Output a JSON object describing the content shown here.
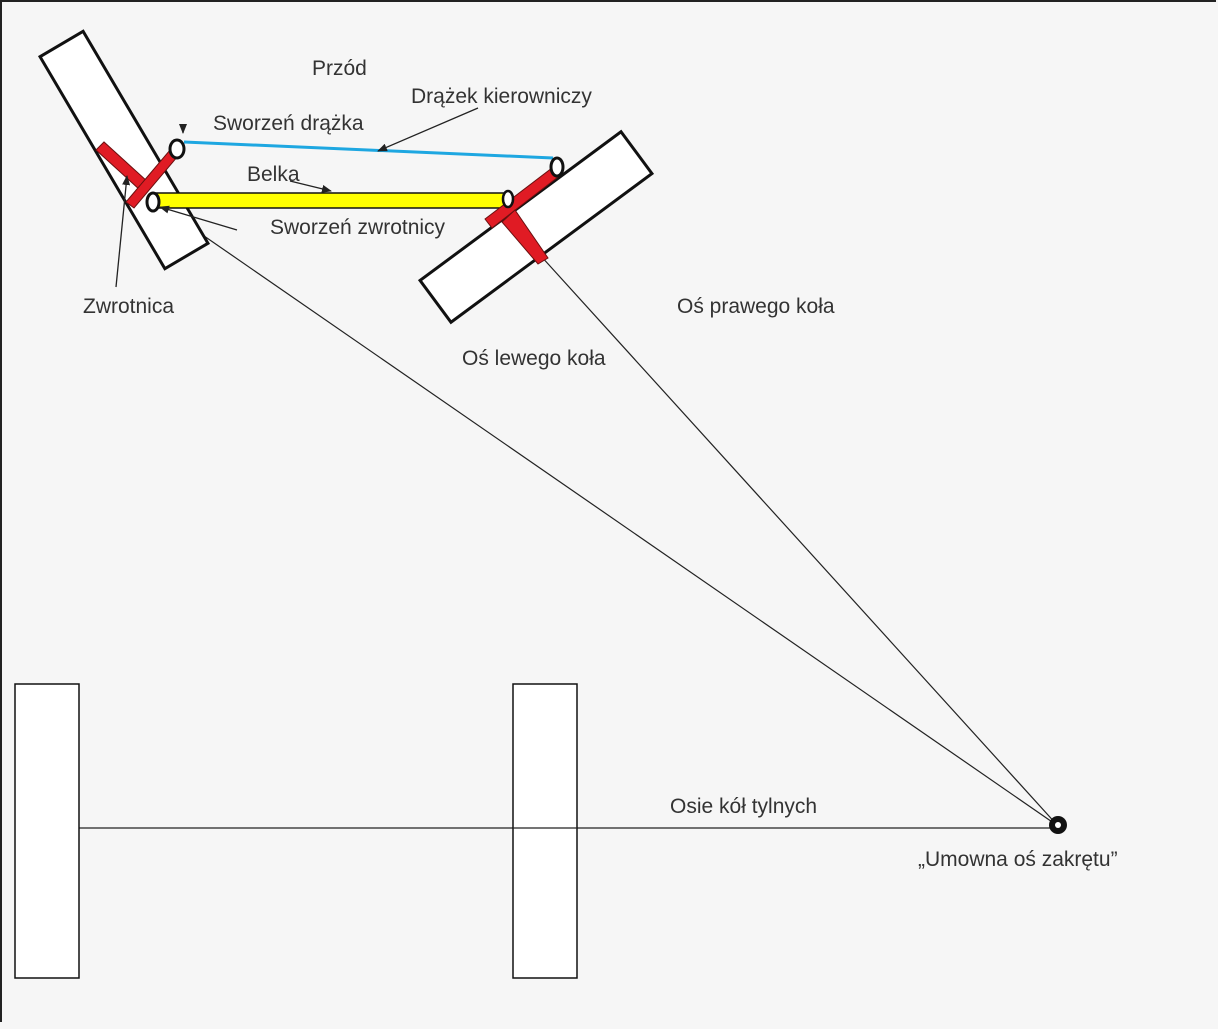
{
  "labels": {
    "front": "Przód",
    "tie_rod": "Drążek kierowniczy",
    "tie_rod_pin": "Sworzeń drążka",
    "beam": "Belka",
    "knuckle_pin": "Sworzeń zwrotnicy",
    "knuckle": "Zwrotnica",
    "right_wheel_axis": "Oś prawego koła",
    "left_wheel_axis": "Oś lewego koła",
    "rear_axles": "Osie kół tylnych",
    "turn_center": "„Umowna oś zakrętu”"
  },
  "colors": {
    "background": "#f6f6f6",
    "tie_rod": "#1ea7e1",
    "beam_fill": "#ffff00",
    "knuckle": "#e01b24",
    "lines": "#222222",
    "wheel_fill": "#ffffff"
  }
}
